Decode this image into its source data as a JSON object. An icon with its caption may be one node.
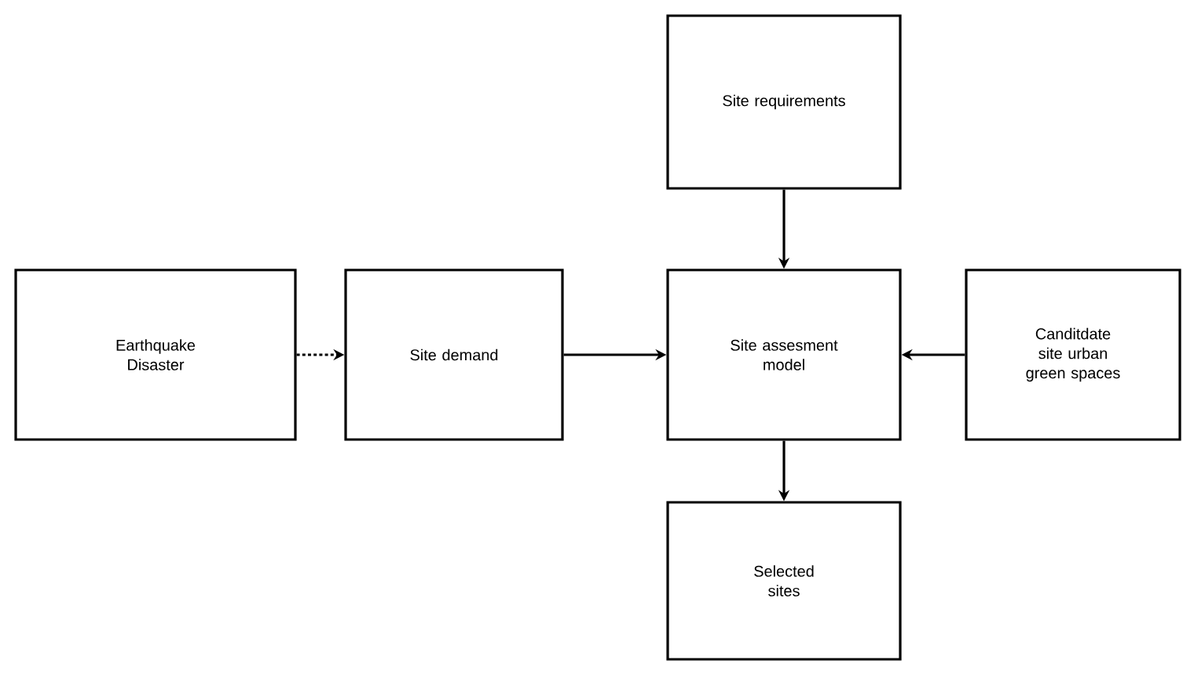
{
  "diagram": {
    "nodes": [
      {
        "text": [
          "Site requirements"
        ]
      },
      {
        "text": [
          "Earthquake Disaster"
        ]
      },
      {
        "text": [
          "Site demand"
        ]
      },
      {
        "text": [
          "Site assesment model"
        ]
      },
      {
        "text": [
          "Canditdate site urban green spaces"
        ]
      },
      {
        "text": [
          "Selected sites"
        ]
      }
    ],
    "edges": [
      {
        "from": 1,
        "to": 2,
        "arrow": "to",
        "style": "dashed"
      },
      {
        "from": 2,
        "to": 3,
        "arrow": "to"
      },
      {
        "from": 0,
        "to": 3,
        "arrow": "to"
      },
      {
        "from": 4,
        "to": 3,
        "arrow": "to"
      },
      {
        "from": 3,
        "to": 5,
        "arrow": "to"
      }
    ]
  }
}
